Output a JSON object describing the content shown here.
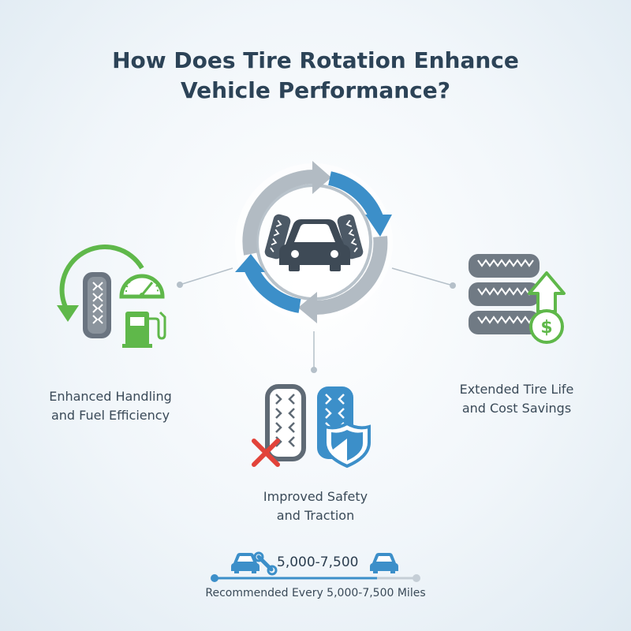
{
  "title": {
    "line1": "How Does Tire Rotation Enhance",
    "line2": "Vehicle Performance?"
  },
  "benefits": {
    "handling": {
      "line1": "Enhanced Handling",
      "line2": "and Fuel Efficiency"
    },
    "tire_life": {
      "line1": "Extended Tire Life",
      "line2": "and Cost Savings"
    },
    "safety": {
      "line1": "Improved Safety",
      "line2": "and Traction"
    }
  },
  "interval": {
    "miles": "5,000-7,500",
    "recommendation": "Recommended Every 5,000-7,500 Miles"
  },
  "icons": {
    "center": "tire-rotation-cycle-icon",
    "handling": [
      "rotation-arrow-icon",
      "tire-icon",
      "speedometer-icon",
      "fuel-pump-icon"
    ],
    "tire_life": [
      "tire-stack-icon",
      "up-arrow-icon",
      "dollar-coin-icon"
    ],
    "safety": [
      "worn-tire-icon",
      "red-x-icon",
      "new-tire-icon",
      "shield-icon"
    ]
  },
  "colors": {
    "title": "#2c4357",
    "blue_accent": "#3c8fc9",
    "gray_arrow": "#b2bbc3",
    "green_accent": "#5fb84a",
    "red_x": "#e2433a"
  }
}
